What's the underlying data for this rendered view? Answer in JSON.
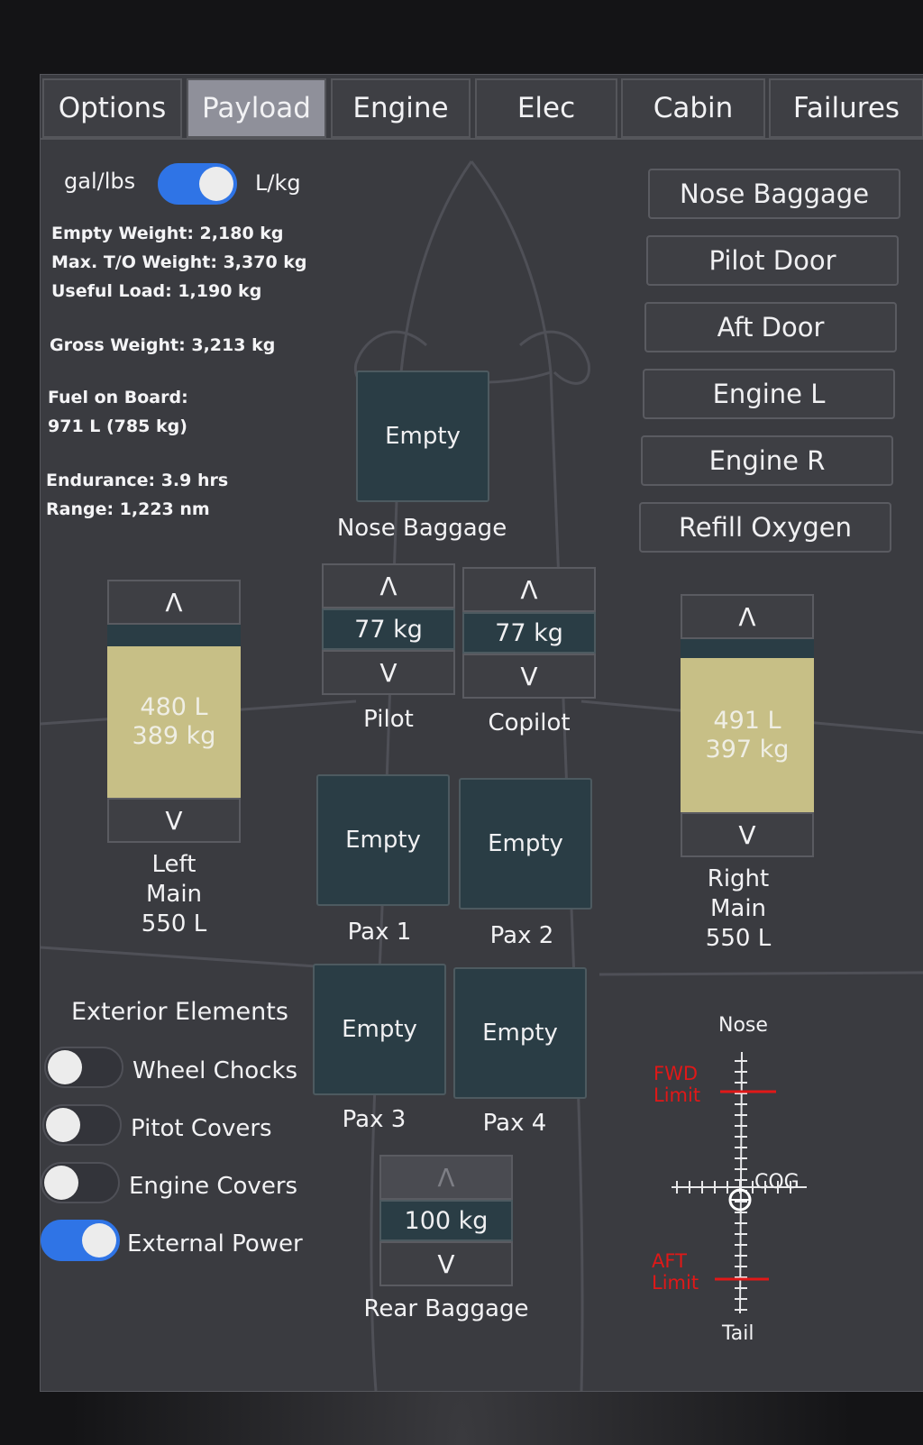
{
  "tabs": [
    "Options",
    "Payload",
    "Engine",
    "Elec",
    "Cabin",
    "Failures"
  ],
  "active_tab": "Payload",
  "units": {
    "left": "gal/lbs",
    "right": "L/kg",
    "toggle_on": true
  },
  "stats": {
    "empty_weight": "Empty Weight: 2,180 kg",
    "max_to_weight": "Max. T/O Weight: 3,370 kg",
    "useful_load": "Useful Load: 1,190 kg",
    "gross_weight": "Gross Weight: 3,213 kg",
    "fuel_label": "Fuel on Board:",
    "fuel_value": "971 L (785 kg)",
    "endurance": "Endurance: 3.9 hrs",
    "range": "Range: 1,223 nm"
  },
  "right_buttons": [
    "Nose Baggage",
    "Pilot Door",
    "Aft Door",
    "Engine L",
    "Engine R",
    "Refill Oxygen"
  ],
  "nose_baggage": {
    "value": "Empty",
    "label": "Nose Baggage"
  },
  "pilot": {
    "up": "Λ",
    "value": "77 kg",
    "down": "V",
    "label": "Pilot"
  },
  "copilot": {
    "up": "Λ",
    "value": "77 kg",
    "down": "V",
    "label": "Copilot"
  },
  "left_tank": {
    "up": "Λ",
    "liters": "480 L",
    "kg": "389 kg",
    "down": "V",
    "label": [
      "Left",
      "Main",
      "550 L"
    ],
    "fill_fraction": 0.873
  },
  "right_tank": {
    "up": "Λ",
    "liters": "491 L",
    "kg": "397 kg",
    "down": "V",
    "label": [
      "Right",
      "Main",
      "550 L"
    ],
    "fill_fraction": 0.893
  },
  "pax": [
    {
      "value": "Empty",
      "label": "Pax 1"
    },
    {
      "value": "Empty",
      "label": "Pax 2"
    },
    {
      "value": "Empty",
      "label": "Pax 3"
    },
    {
      "value": "Empty",
      "label": "Pax 4"
    }
  ],
  "rear_baggage": {
    "up": "Λ",
    "value": "100 kg",
    "down": "V",
    "label": "Rear Baggage"
  },
  "exterior": {
    "title": "Exterior Elements",
    "items": [
      {
        "label": "Wheel Chocks",
        "on": false
      },
      {
        "label": "Pitot Covers",
        "on": false
      },
      {
        "label": "Engine Covers",
        "on": false
      },
      {
        "label": "External Power",
        "on": true
      }
    ]
  },
  "cog": {
    "nose": "Nose",
    "tail": "Tail",
    "cog": "COG",
    "fwd": [
      "FWD",
      "Limit"
    ],
    "aft": [
      "AFT",
      "Limit"
    ],
    "limit_color": "#e01818"
  }
}
